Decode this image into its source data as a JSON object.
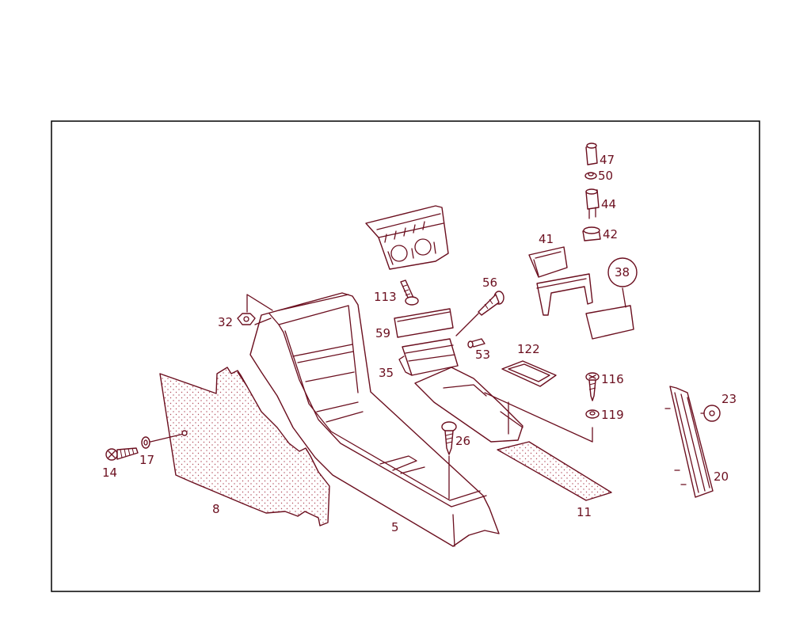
{
  "colors": {
    "linework": "#6b0f1f",
    "frame": "#000000",
    "background": "#ffffff"
  },
  "callouts": {
    "c5": "5",
    "c8": "8",
    "c11": "11",
    "c14": "14",
    "c17": "17",
    "c20": "20",
    "c23": "23",
    "c26": "26",
    "c32": "32",
    "c35": "35",
    "c38": "38",
    "c41": "41",
    "c42": "42",
    "c44": "44",
    "c47": "47",
    "c50": "50",
    "c53": "53",
    "c56": "56",
    "c59": "59",
    "c113": "113",
    "c116": "116",
    "c119": "119",
    "c122": "122"
  }
}
